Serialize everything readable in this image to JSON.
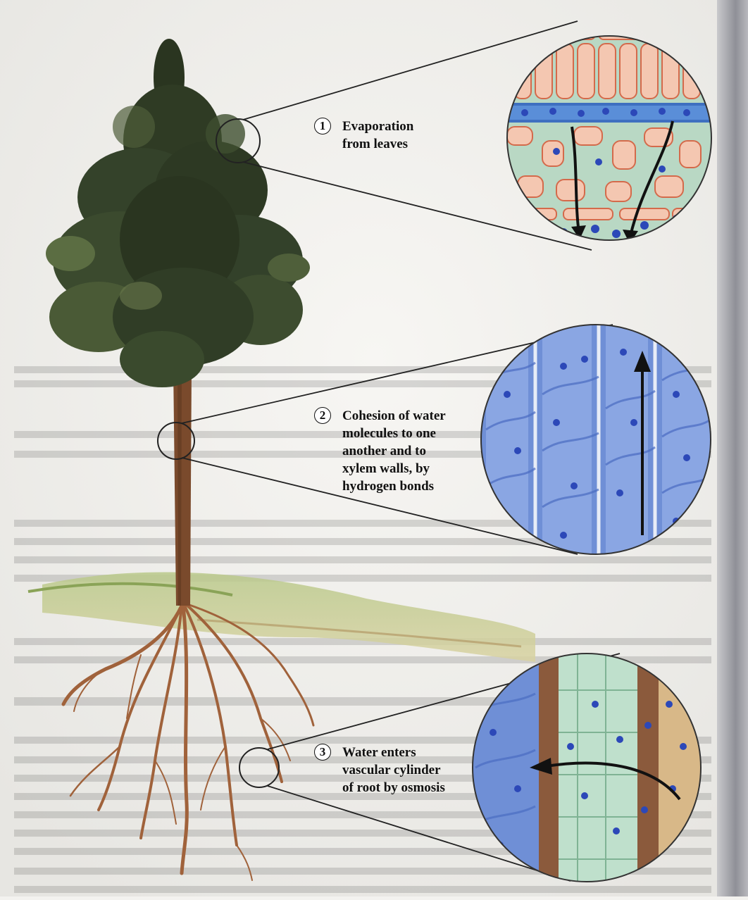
{
  "steps": [
    {
      "number": "1",
      "text": "Evaporation\nfrom leaves"
    },
    {
      "number": "2",
      "text": "Cohesion of water\nmolecules to one\nanother and to\nxylem walls, by\nhydrogen bonds"
    },
    {
      "number": "3",
      "text": "Water enters\nvascular cylinder\nof root by osmosis"
    }
  ],
  "colors": {
    "foliage": "#2f3b24",
    "trunk": "#7a4a2c",
    "roots": "#a0623b",
    "xylem_blue": "#6f8fd6",
    "water_molecule": "#2c48b8",
    "leaf_cell_fill": "#b9d8c4",
    "leaf_cell_border": "#d46a4b",
    "root_cell_green": "#bfe0cc",
    "root_cell_brown": "#8b5a3c"
  }
}
